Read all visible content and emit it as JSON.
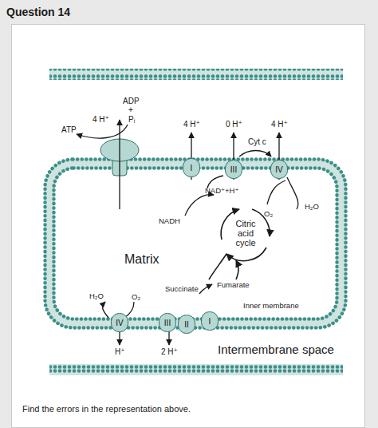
{
  "diagram": {
    "title": "Question 14",
    "caption": "Find the errors in the representation above.",
    "nodes": [
      {
        "text": [
          "I"
        ]
      },
      {
        "text": [
          "III"
        ]
      },
      {
        "text": [
          "IV"
        ]
      },
      {
        "text": [
          "IV"
        ]
      },
      {
        "text": [
          "III"
        ]
      },
      {
        "text": [
          "II"
        ]
      },
      {
        "text": [
          "I"
        ]
      }
    ],
    "labels": [
      "4 H⁺",
      "ADP",
      "+",
      "Pᵢ",
      "ATP",
      "4 H⁺",
      "0 H⁺",
      "4 H⁺",
      "Cyt c",
      "NAD⁺+H⁺",
      "NADH",
      "O₂",
      "H₂O",
      "Citric acid cycle",
      "Matrix",
      "Succinate",
      "Fumarate",
      "Inner membrane",
      "H₂O",
      "O₂",
      "H⁺",
      "2 H⁺",
      "Intermembrane space"
    ]
  }
}
